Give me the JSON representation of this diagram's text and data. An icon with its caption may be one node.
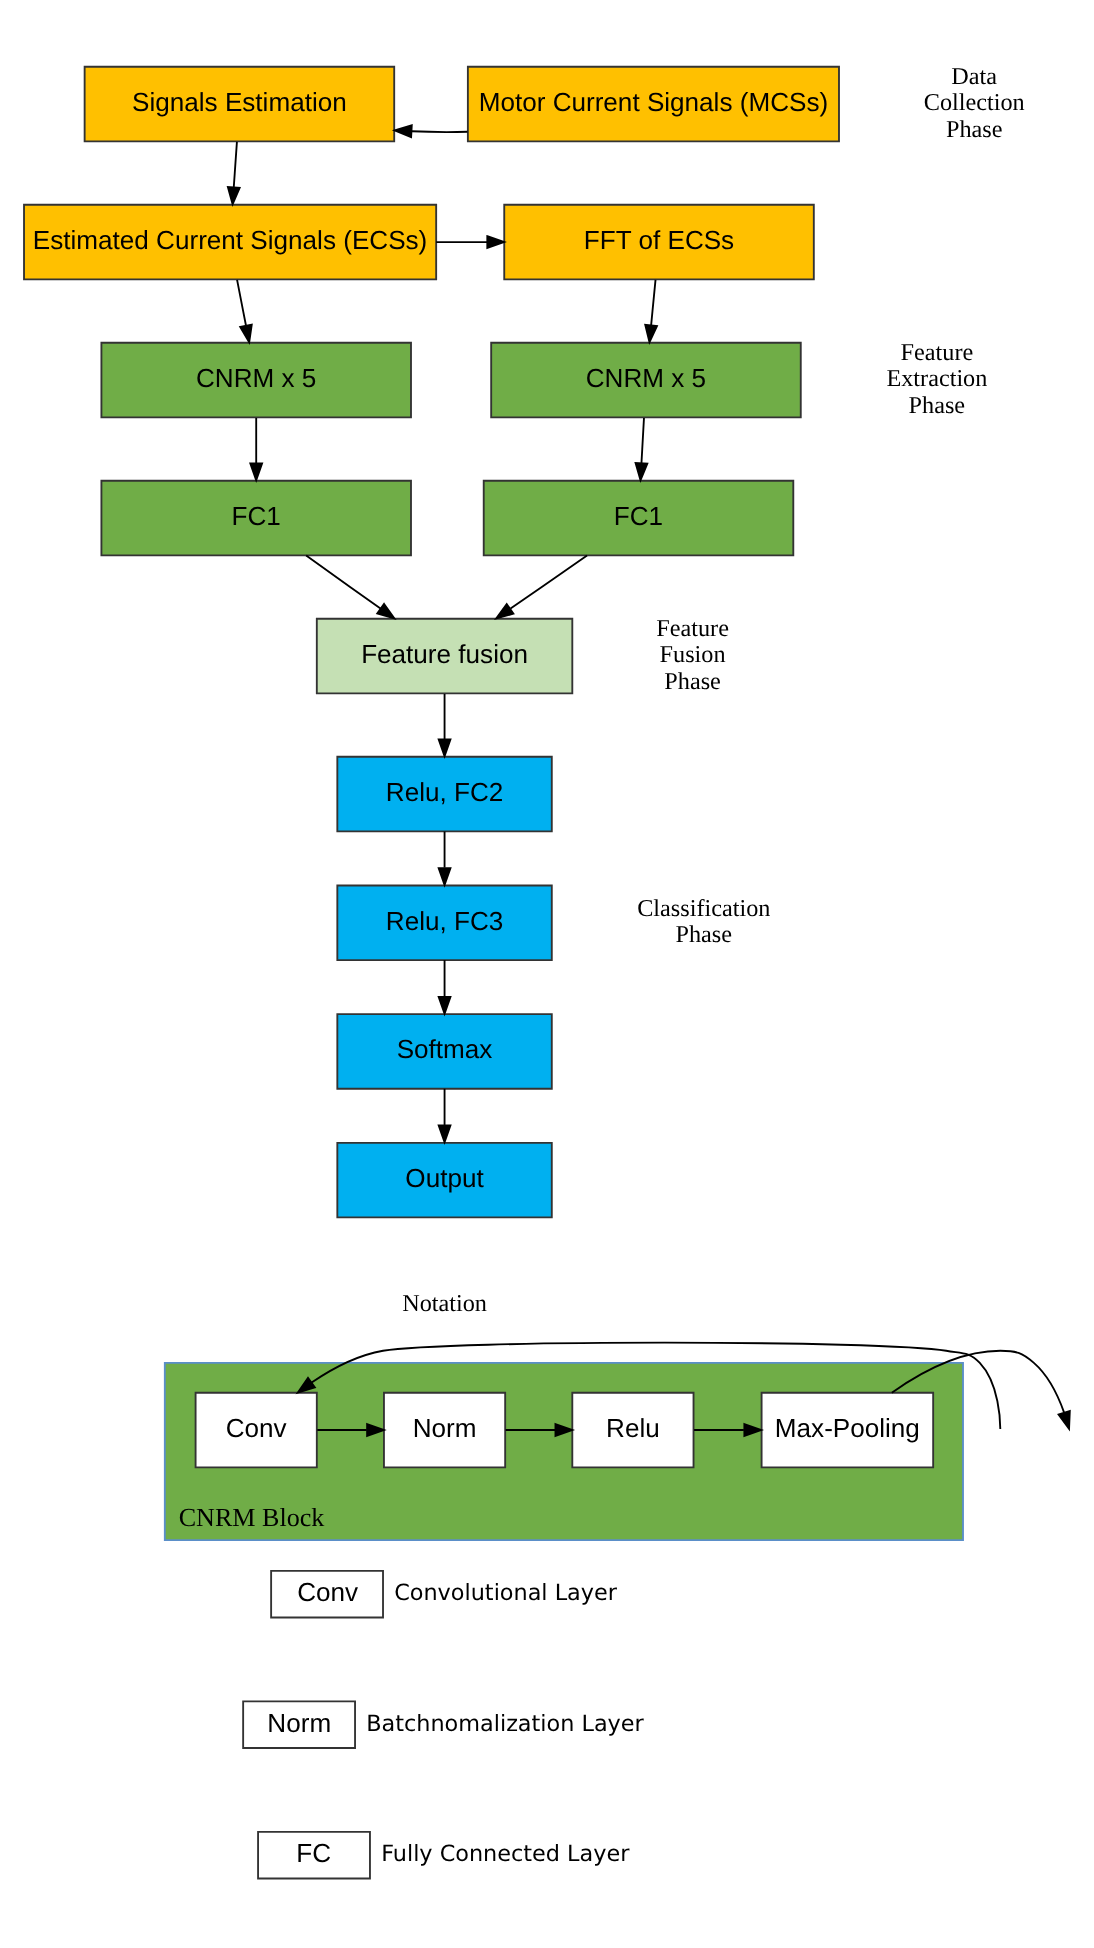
{
  "diagram": {
    "nodes": [
      {
        "text": [
          "Signals Estimation"
        ]
      },
      {
        "text": [
          "Motor Current Signals (MCSs)"
        ]
      },
      {
        "text": [
          "Estimated Current Signals (ECSs)"
        ]
      },
      {
        "text": [
          "FFT of ECSs"
        ]
      },
      {
        "text": [
          "CNRM x 5"
        ]
      },
      {
        "text": [
          "CNRM x 5"
        ]
      },
      {
        "text": [
          "FC1"
        ]
      },
      {
        "text": [
          "FC1"
        ]
      },
      {
        "text": [
          "Feature fusion"
        ]
      },
      {
        "text": [
          "Relu, FC2"
        ]
      },
      {
        "text": [
          "Relu, FC3"
        ]
      },
      {
        "text": [
          "Softmax"
        ]
      },
      {
        "text": [
          "Output"
        ]
      },
      {
        "text": [
          "CNRM Block"
        ]
      },
      {
        "text": [
          "Conv"
        ],
        "in": 13
      },
      {
        "text": [
          "Norm"
        ],
        "in": 13
      },
      {
        "text": [
          "Relu"
        ],
        "in": 13
      },
      {
        "text": [
          "Max-Pooling"
        ],
        "in": 13
      },
      {
        "text": [
          "Conv"
        ],
        "beside": [
          "Convolutional Layer"
        ]
      },
      {
        "text": [
          "Norm"
        ],
        "beside": [
          "Batchnomalization Layer"
        ]
      },
      {
        "text": [
          "FC"
        ],
        "beside": [
          "Fully Connected Layer"
        ]
      }
    ],
    "edges": [
      {
        "from": 1,
        "to": 0,
        "arrow": "to"
      },
      {
        "from": 0,
        "to": 2,
        "arrow": "to"
      },
      {
        "from": 2,
        "to": 3,
        "arrow": "to"
      },
      {
        "from": 2,
        "to": 4,
        "arrow": "to"
      },
      {
        "from": 3,
        "to": 5,
        "arrow": "to"
      },
      {
        "from": 4,
        "to": 6,
        "arrow": "to"
      },
      {
        "from": 5,
        "to": 7,
        "arrow": "to"
      },
      {
        "from": 6,
        "to": 8,
        "arrow": "to"
      },
      {
        "from": 7,
        "to": 8,
        "arrow": "to"
      },
      {
        "from": 8,
        "to": 9,
        "arrow": "to"
      },
      {
        "from": 9,
        "to": 10,
        "arrow": "to"
      },
      {
        "from": 10,
        "to": 11,
        "arrow": "to"
      },
      {
        "from": 11,
        "to": 12,
        "arrow": "to"
      },
      {
        "from": null,
        "to": 14,
        "arrow": "to"
      },
      {
        "from": 14,
        "to": 15,
        "arrow": "to"
      },
      {
        "from": 15,
        "to": 16,
        "arrow": "to"
      },
      {
        "from": 16,
        "to": 17,
        "arrow": "to"
      },
      {
        "from": 17,
        "to": null,
        "arrow": "to"
      }
    ],
    "labels": [
      "Data Collection Phase",
      "Feature Extraction Phase",
      "Feature Fusion Phase",
      "Classification Phase",
      "Notation"
    ]
  }
}
